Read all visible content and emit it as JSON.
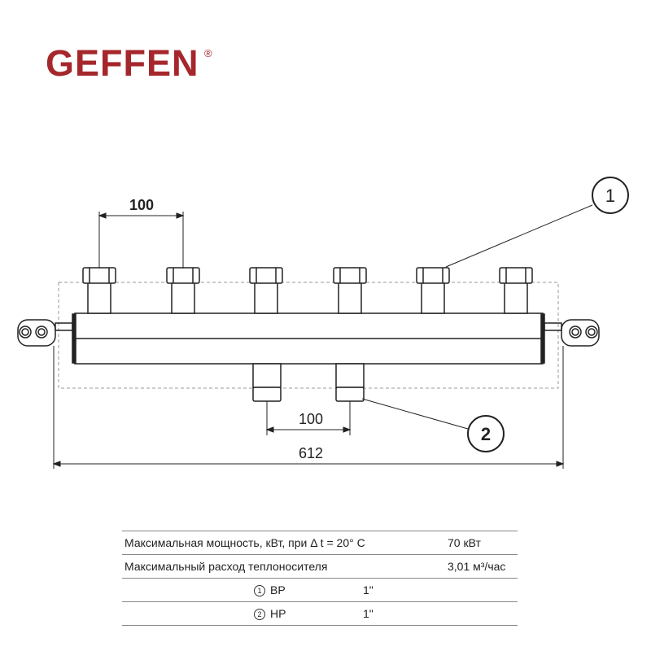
{
  "logo": {
    "text": "GEFFEN",
    "mark": "®",
    "color": "#a5272c"
  },
  "diagram": {
    "dim_top": "100",
    "dim_bottom": "100",
    "dim_overall": "612",
    "callout_1": "1",
    "callout_2": "2"
  },
  "table": {
    "rows": [
      {
        "label": "Максимальная мощность, кВт, при Δ t = 20° C",
        "value": "70 кВт"
      },
      {
        "label": "Максимальный расход теплоносителя",
        "value": "3,01 м³/час"
      }
    ],
    "connections": [
      {
        "num": "1",
        "type": "ВР",
        "size": "1\""
      },
      {
        "num": "2",
        "type": "НР",
        "size": "1\""
      }
    ]
  }
}
